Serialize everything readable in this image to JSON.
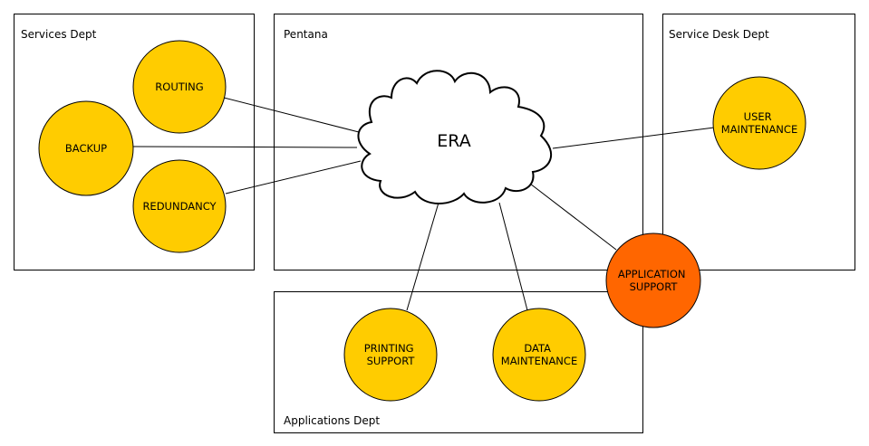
{
  "departments": {
    "services": {
      "label": "Services Dept"
    },
    "pentana": {
      "label": "Pentana"
    },
    "service_desk": {
      "label": "Service Desk Dept"
    },
    "applications": {
      "label": "Applications Dept"
    }
  },
  "hub": {
    "label": "ERA"
  },
  "nodes": {
    "routing": {
      "lines": [
        "ROUTING"
      ]
    },
    "backup": {
      "lines": [
        "BACKUP"
      ]
    },
    "redundancy": {
      "lines": [
        "REDUNDANCY"
      ]
    },
    "user_maintenance": {
      "lines": [
        "USER",
        "MAINTENANCE"
      ]
    },
    "application_support": {
      "lines": [
        "APPLICATION",
        "SUPPORT"
      ]
    },
    "printing_support": {
      "lines": [
        "PRINTING",
        "SUPPORT"
      ]
    },
    "data_maintenance": {
      "lines": [
        "DATA",
        "MAINTENANCE"
      ]
    }
  },
  "colors": {
    "node_fill": "#FFCC00",
    "highlight_fill": "#FF6600"
  }
}
